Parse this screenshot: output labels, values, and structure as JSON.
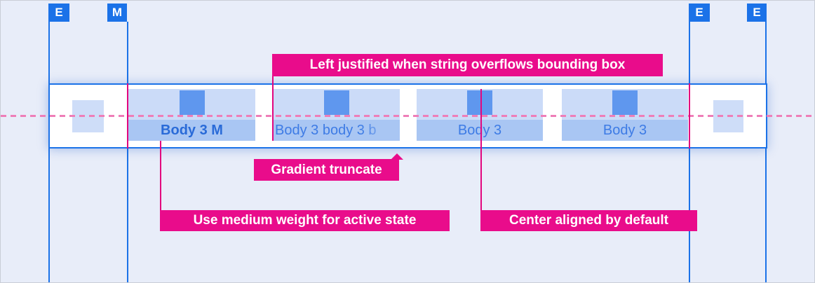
{
  "markers": [
    {
      "label": "E"
    },
    {
      "label": "M"
    },
    {
      "label": "E"
    },
    {
      "label": "E"
    }
  ],
  "tab_bar": {
    "tabs": [
      {
        "label": "Body 3 M",
        "state": "active"
      },
      {
        "label": "Body 3 body 3 b",
        "state": "truncated"
      },
      {
        "label": "Body 3",
        "state": "default"
      },
      {
        "label": "Body 3",
        "state": "default"
      }
    ]
  },
  "annotations": {
    "left_justified": {
      "text": "Left justified when string overflows bounding box"
    },
    "gradient_truncate": {
      "text": "Gradient truncate"
    },
    "medium_weight": {
      "text": "Use medium weight for active state"
    },
    "center_aligned": {
      "text": "Center aligned by default"
    }
  },
  "colors": {
    "page_bg": "#E8EDF9",
    "grid_blue": "#1B72E8",
    "annotation_pink": "#E90C8B",
    "measure_magenta": "#E2077E",
    "dashed_pink": "#EE7EB8",
    "tab_top_fill": "#CBDBF8",
    "tab_label_fill": "#A9C6F3",
    "icon_fill": "#5F97EE",
    "active_text": "#2A6BD8",
    "inactive_text": "#3D7BE5"
  }
}
